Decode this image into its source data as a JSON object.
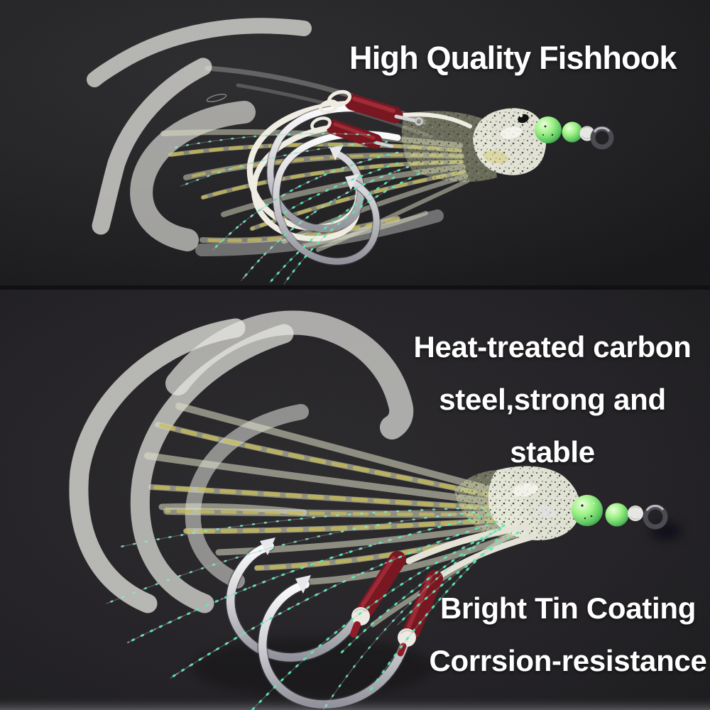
{
  "meta": {
    "type": "product-photo",
    "subject": "fishing assist hooks with luminous squid skirts, two stacked photo panels"
  },
  "captions": {
    "title": "High Quality Fishhook",
    "feature_top": {
      "line1": "Heat-treated carbon",
      "line2": "steel,strong and stable"
    },
    "feature_bottom": {
      "line1": "Bright Tin Coating",
      "line2": "Corrsion-resistance"
    }
  },
  "palette": {
    "background": "#1e1d21",
    "text": "#ffffff",
    "hook_silver": "#d7d7db",
    "thread_red": "#8d1622",
    "cord_white": "#efece2",
    "bead_green": "#8cee7e",
    "glitter_gold": "#e3d488",
    "tinsel_green": "#56e9ad",
    "skirt_yellow": "#c9bf67",
    "ring_metal": "#4a4a50"
  }
}
